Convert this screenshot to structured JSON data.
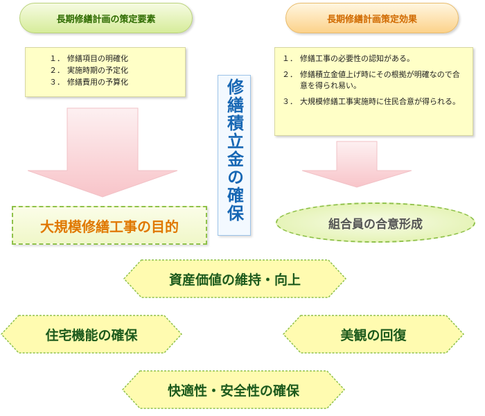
{
  "header": {
    "left_title": "長期修繕計画の策定要素",
    "right_title": "長期修繕計画策定効果"
  },
  "left_box": {
    "items": [
      {
        "num": "１．",
        "text": "修繕項目の明確化"
      },
      {
        "num": "２．",
        "text": "実施時期の予定化"
      },
      {
        "num": "３．",
        "text": "修繕費用の予算化"
      }
    ]
  },
  "right_box": {
    "items": [
      {
        "num": "１．",
        "text": "修繕工事の必要性の認知がある。"
      },
      {
        "num": "２．",
        "text": "修繕積立金値上げ時にその根拠が明確なので合意を得られ易い。"
      },
      {
        "num": "３．",
        "text": "大規模修繕工事実施時に住民合意が得られる。"
      }
    ]
  },
  "center_vertical": "修繕積立金の確保",
  "purpose_label": "大規模修繕工事の目的",
  "consensus_label": "組合員の合意形成",
  "goals": {
    "asset": "資産価値の維持・向上",
    "housing": "住宅機能の確保",
    "appearance": "美観の回復",
    "comfort": "快適性・安全性の確保"
  },
  "colors": {
    "arrow_fill_top": "#f8c8cc",
    "arrow_fill_bottom": "#fdf0f1",
    "hex_fill": "#fffbb0",
    "hex_stroke": "#8fc14a",
    "vertical_text": "#1767b4"
  }
}
